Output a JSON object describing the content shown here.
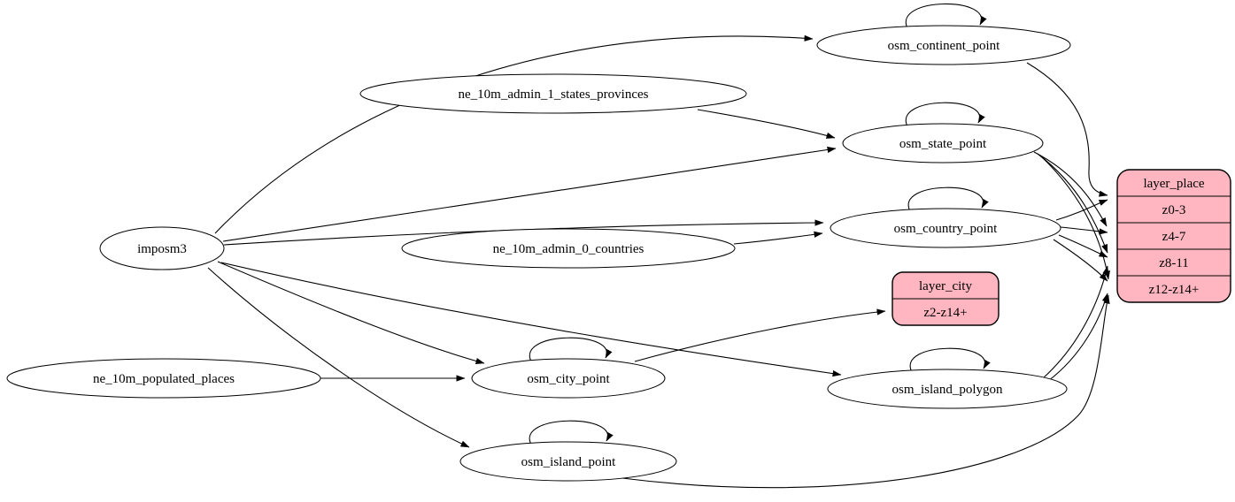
{
  "diagram": {
    "type": "graphviz-etl-diagram",
    "colors": {
      "background": "#ffffff",
      "node_fill": "#ffffff",
      "record_fill": "#ffb6c1",
      "edge": "#000000",
      "text": "#000000"
    },
    "nodes": {
      "imposm3": {
        "label": "imposm3"
      },
      "ne_10m_admin_1_states_provinces": {
        "label": "ne_10m_admin_1_states_provinces"
      },
      "ne_10m_admin_0_countries": {
        "label": "ne_10m_admin_0_countries"
      },
      "ne_10m_populated_places": {
        "label": "ne_10m_populated_places"
      },
      "osm_continent_point": {
        "label": "osm_continent_point"
      },
      "osm_state_point": {
        "label": "osm_state_point"
      },
      "osm_country_point": {
        "label": "osm_country_point"
      },
      "osm_city_point": {
        "label": "osm_city_point"
      },
      "osm_island_polygon": {
        "label": "osm_island_polygon"
      },
      "osm_island_point": {
        "label": "osm_island_point"
      },
      "layer_city": {
        "title": "layer_city",
        "rows": [
          "z2-z14+"
        ]
      },
      "layer_place": {
        "title": "layer_place",
        "rows": [
          "z0-3",
          "z4-7",
          "z8-11",
          "z12-z14+"
        ]
      }
    },
    "edges": [
      {
        "from": "imposm3",
        "to": "osm_continent_point"
      },
      {
        "from": "imposm3",
        "to": "osm_state_point"
      },
      {
        "from": "imposm3",
        "to": "osm_country_point"
      },
      {
        "from": "imposm3",
        "to": "osm_city_point"
      },
      {
        "from": "imposm3",
        "to": "osm_island_polygon"
      },
      {
        "from": "imposm3",
        "to": "osm_island_point"
      },
      {
        "from": "ne_10m_admin_1_states_provinces",
        "to": "osm_state_point"
      },
      {
        "from": "ne_10m_admin_0_countries",
        "to": "osm_country_point"
      },
      {
        "from": "ne_10m_populated_places",
        "to": "osm_city_point"
      },
      {
        "from": "osm_continent_point",
        "to": "osm_continent_point"
      },
      {
        "from": "osm_state_point",
        "to": "osm_state_point"
      },
      {
        "from": "osm_country_point",
        "to": "osm_country_point"
      },
      {
        "from": "osm_city_point",
        "to": "osm_city_point"
      },
      {
        "from": "osm_island_polygon",
        "to": "osm_island_polygon"
      },
      {
        "from": "osm_island_point",
        "to": "osm_island_point"
      },
      {
        "from": "osm_city_point",
        "to": "layer_city:z2-z14+"
      },
      {
        "from": "osm_continent_point",
        "to": "layer_place:z0-3"
      },
      {
        "from": "osm_country_point",
        "to": "layer_place:z0-3"
      },
      {
        "from": "osm_country_point",
        "to": "layer_place:z4-7"
      },
      {
        "from": "osm_country_point",
        "to": "layer_place:z8-11"
      },
      {
        "from": "osm_country_point",
        "to": "layer_place:z12-z14+"
      },
      {
        "from": "osm_state_point",
        "to": "layer_place:z4-7"
      },
      {
        "from": "osm_state_point",
        "to": "layer_place:z8-11"
      },
      {
        "from": "osm_state_point",
        "to": "layer_place:z12-z14+"
      },
      {
        "from": "osm_island_polygon",
        "to": "layer_place:z8-11"
      },
      {
        "from": "osm_island_polygon",
        "to": "layer_place:z12-z14+"
      },
      {
        "from": "osm_island_point",
        "to": "layer_place:z12-z14+"
      }
    ]
  }
}
